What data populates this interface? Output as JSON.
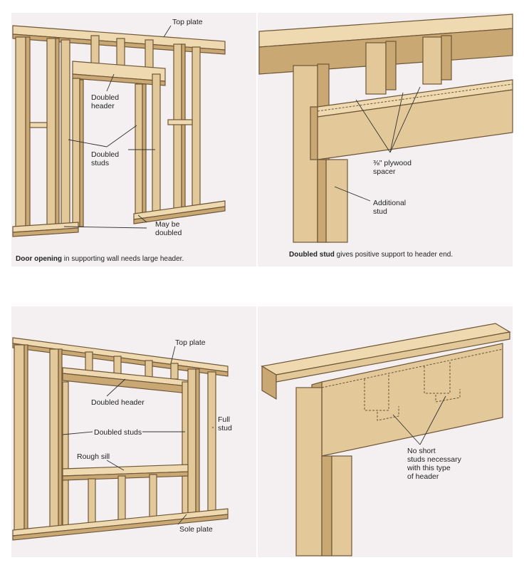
{
  "panels": {
    "door": {
      "labels": {
        "top_plate": "Top plate",
        "doubled_header_1": "Doubled",
        "doubled_header_2": "header",
        "doubled_studs_1": "Doubled",
        "doubled_studs_2": "studs",
        "may_be_doubled_1": "May be",
        "may_be_doubled_2": "doubled"
      },
      "caption_bold": "Door opening",
      "caption_rest": " in supporting wall needs large header."
    },
    "doubled_stud": {
      "labels": {
        "plywood_spacer_1": "⅜\" plywood",
        "plywood_spacer_2": "spacer",
        "additional_stud_1": "Additional",
        "additional_stud_2": "stud"
      },
      "caption_bold": "Doubled stud",
      "caption_rest": " gives positive support to header end."
    },
    "window": {
      "labels": {
        "top_plate": "Top plate",
        "doubled_header": "Doubled header",
        "full_stud_1": "Full",
        "full_stud_2": "stud",
        "doubled_studs": "Doubled studs",
        "rough_sill": "Rough sill",
        "sole_plate": "Sole plate"
      }
    },
    "deep_header": {
      "labels": {
        "no_short_1": "No short",
        "no_short_2": "studs necessary",
        "no_short_3": "with this type",
        "no_short_4": "of header"
      }
    }
  },
  "colors": {
    "wood": "#e3c89a",
    "wood_edge": "#6e5636",
    "panel_background": "#f4f0f2"
  }
}
